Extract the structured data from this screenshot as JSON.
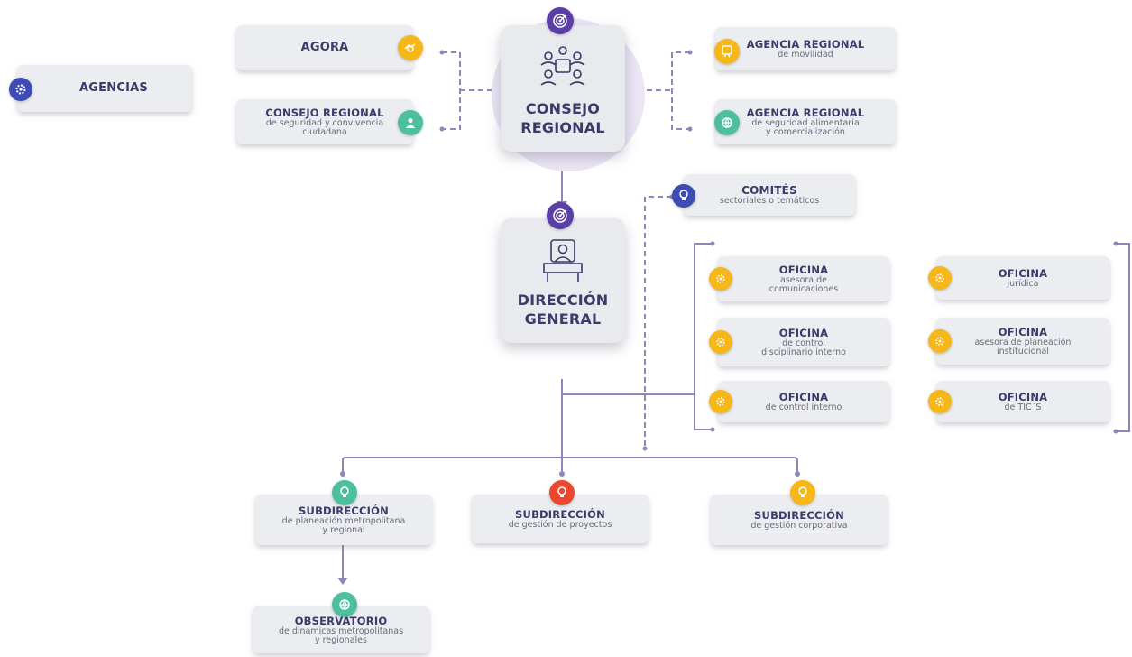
{
  "agencias": {
    "title": "AGENCIAS"
  },
  "agora": {
    "title": "AGORA"
  },
  "consejo_regional_seguridad": {
    "title": "CONSEJO REGIONAL",
    "sub1": "de seguridad y convivencia",
    "sub2": "ciudadana"
  },
  "consejo_regional": {
    "line1": "CONSEJO",
    "line2": "REGIONAL"
  },
  "agencia_movilidad": {
    "title": "AGENCIA REGIONAL",
    "sub1": "de movilidad"
  },
  "agencia_seguridad": {
    "title": "AGENCIA REGIONAL",
    "sub1": "de seguridad alimentaria",
    "sub2": "y comercialización"
  },
  "comites": {
    "title": "COMITÉS",
    "sub1": "sectoriales o temáticos"
  },
  "direccion": {
    "line1": "DIRECCIÓN",
    "line2": "GENERAL"
  },
  "oficinas": [
    {
      "title": "OFICINA",
      "sub1": "asesora de",
      "sub2": "comunicaciones"
    },
    {
      "title": "OFICINA",
      "sub1": "de control",
      "sub2": "disciplinario interno"
    },
    {
      "title": "OFICINA",
      "sub1": "de control interno",
      "sub2": ""
    },
    {
      "title": "OFICINA",
      "sub1": "jurídica",
      "sub2": ""
    },
    {
      "title": "OFICINA",
      "sub1": "asesora de planeación",
      "sub2": "institucional"
    },
    {
      "title": "OFICINA",
      "sub1": "de TIC´S",
      "sub2": ""
    }
  ],
  "subdirecciones": [
    {
      "title": "SUBDIRECCIÓN",
      "sub1": "de planeación metropolitana",
      "sub2": "y regional"
    },
    {
      "title": "SUBDIRECCIÓN",
      "sub1": "de gestión de proyectos",
      "sub2": ""
    },
    {
      "title": "SUBDIRECCIÓN",
      "sub1": "de gestión corporativa",
      "sub2": ""
    }
  ],
  "observatorio": {
    "title": "OBSERVATORIO",
    "sub1": "de dinamicas metropolitanas",
    "sub2": "y regionales"
  },
  "colors": {
    "line": "#8a88b8",
    "yellow": "#f6b718",
    "blue": "#3e4bb4",
    "purple": "#5b3ea6",
    "teal": "#4dbf9f",
    "red": "#e9482e"
  },
  "icons": [
    "gear-icon",
    "target-icon",
    "meeting-icon",
    "desk-person-icon",
    "lightbulb-icon",
    "handshake-icon",
    "train-icon",
    "shield-person-icon",
    "globe-icon"
  ]
}
